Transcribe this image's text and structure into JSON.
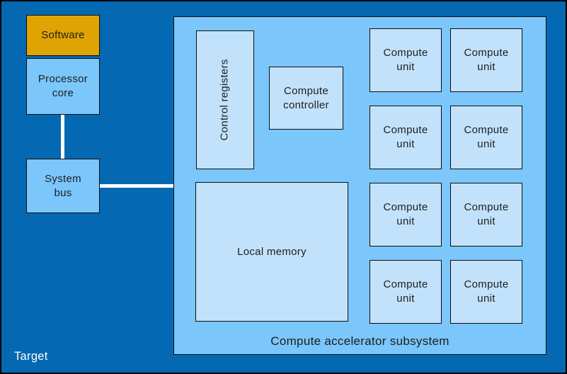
{
  "colors": {
    "bg": "#0568B2",
    "panel": "#7BC6FB",
    "box": "#C2E2FB",
    "gold": "#DFA404",
    "line": "#FFFFFF",
    "ink": "#1E1E1E",
    "border": "#0E0E0E",
    "white": "#FFFFFF"
  },
  "labels": {
    "software": "Software",
    "processor_core": "Processor core",
    "system_bus": "System bus",
    "control_registers": "Control registers",
    "compute_controller": "Compute controller",
    "local_memory": "Local memory",
    "compute_unit": "Compute unit",
    "subsystem": "Compute accelerator subsystem",
    "target": "Target"
  },
  "compute_unit_count": 8
}
